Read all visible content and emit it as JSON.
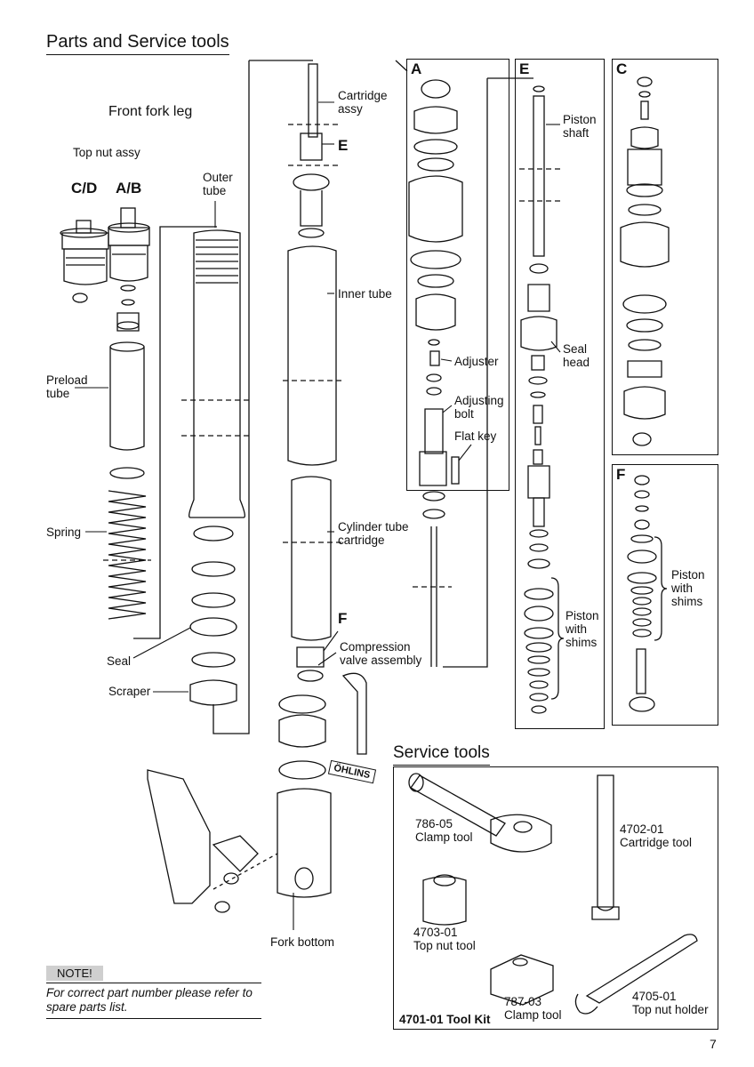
{
  "page": {
    "title": "Parts and Service tools",
    "page_number": "7"
  },
  "front_fork": {
    "heading": "Front fork leg",
    "top_nut_assy": "Top nut assy",
    "cd": "C/D",
    "ab": "A/B",
    "outer_tube": [
      "Outer",
      "tube"
    ],
    "preload_tube": [
      "Preload",
      "tube"
    ],
    "spring": "Spring",
    "seal": "Seal",
    "scraper": "Scraper",
    "cartridge_assy": [
      "Cartridge",
      "assy"
    ],
    "e_marker": "E",
    "inner_tube": "Inner tube",
    "cylinder_tube": [
      "Cylinder tube",
      "cartridge"
    ],
    "f_marker": "F",
    "compression_valve": [
      "Compression",
      "valve assembly"
    ],
    "fork_bottom": "Fork bottom",
    "ohlins": "ÖHLINS"
  },
  "box_a": {
    "letter": "A",
    "adjuster": "Adjuster",
    "adjusting_bolt": [
      "Adjusting",
      "bolt"
    ],
    "flat_key": "Flat key"
  },
  "box_e": {
    "letter": "E",
    "piston_shaft": [
      "Piston",
      "shaft"
    ],
    "seal_head": [
      "Seal",
      "head"
    ],
    "piston_shims": [
      "Piston",
      "with",
      "shims"
    ]
  },
  "box_c": {
    "letter": "C"
  },
  "box_f": {
    "letter": "F",
    "piston_shims": [
      "Piston",
      "with",
      "shims"
    ]
  },
  "service_tools": {
    "heading": "Service tools",
    "clamp_786": [
      "786-05",
      "Clamp tool"
    ],
    "cartridge_4702": [
      "4702-01",
      "Cartridge tool"
    ],
    "top_nut_4703": [
      "4703-01",
      "Top nut tool"
    ],
    "clamp_787": [
      "787-03",
      "Clamp tool"
    ],
    "holder_4705": [
      "4705-01",
      "Top nut holder"
    ],
    "kit": "4701-01 Tool Kit"
  },
  "note": {
    "label": "NOTE!",
    "text": [
      "For correct part number please refer to",
      "spare parts list."
    ]
  }
}
